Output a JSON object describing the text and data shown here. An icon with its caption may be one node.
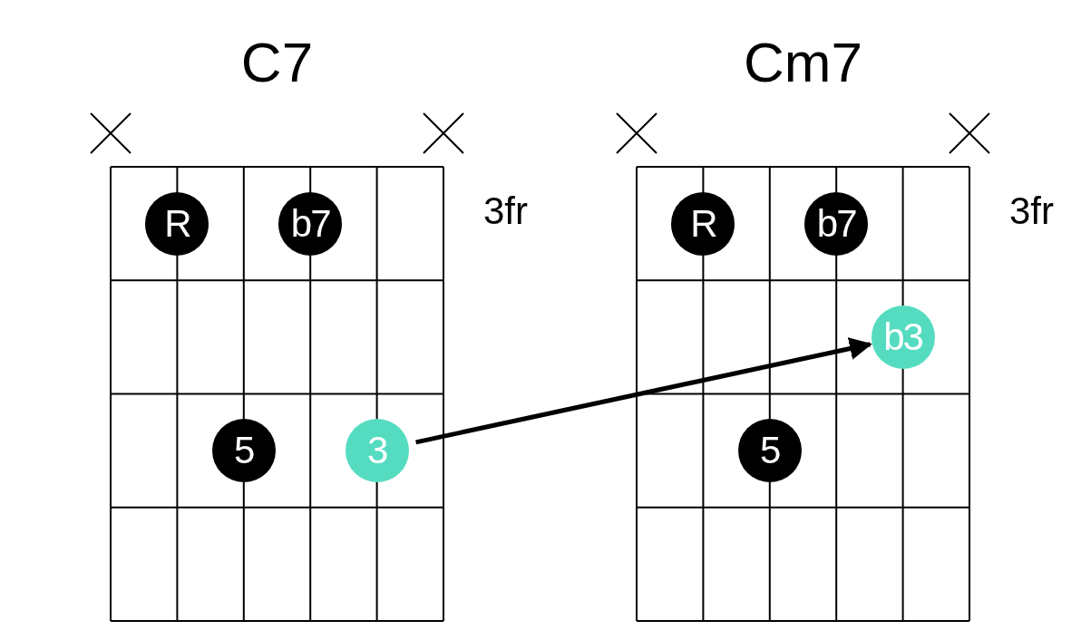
{
  "diagram": {
    "nodes": [
      {
        "text": [
          "C7"
        ],
        "beside": [
          "3fr"
        ]
      },
      {
        "text": [
          "R"
        ],
        "in": 0
      },
      {
        "text": [
          "b7"
        ],
        "in": 0
      },
      {
        "text": [
          "5"
        ],
        "in": 0
      },
      {
        "text": [
          "3"
        ],
        "in": 0
      },
      {
        "text": [
          "Cm7"
        ],
        "beside": [
          "3fr"
        ]
      },
      {
        "text": [
          "R"
        ],
        "in": 5
      },
      {
        "text": [
          "b7"
        ],
        "in": 5
      },
      {
        "text": [
          "b3"
        ],
        "in": 5
      },
      {
        "text": [
          "5"
        ],
        "in": 5
      }
    ],
    "edges": [
      {
        "from": 4,
        "to": 8,
        "arrow": "to"
      }
    ]
  }
}
